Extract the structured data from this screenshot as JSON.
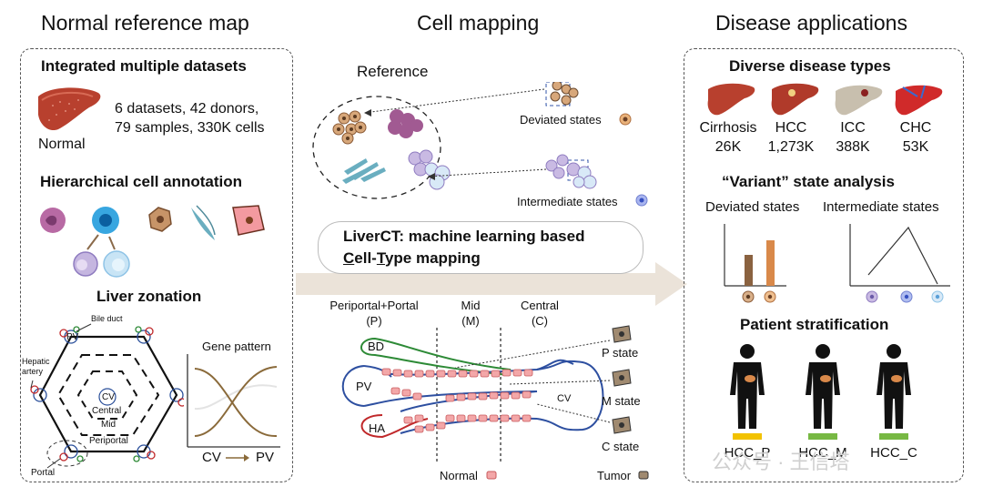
{
  "titles": {
    "left": "Normal reference map",
    "middle": "Cell mapping",
    "right": "Disease applications"
  },
  "left_panel": {
    "integrated_title": "Integrated multiple datasets",
    "stats_line1": "6 datasets, 42 donors,",
    "stats_line2": "79 samples, 330K cells",
    "normal_label": "Normal",
    "hier_title": "Hierarchical cell annotation",
    "zonation_title": "Liver zonation",
    "lobule_labels": {
      "bile_duct": "Bile duct",
      "hepatic": "Hepatic",
      "artery": "artery",
      "pv": "PV",
      "cv": "CV",
      "central": "Central",
      "mid": "Mid",
      "periportal": "Periportal",
      "portal": "Portal"
    },
    "gene_pattern_title": "Gene pattern",
    "gene_axis_cv": "CV",
    "gene_axis_pv": "PV"
  },
  "middle_panel": {
    "reference_label": "Reference",
    "deviated_label": "Deviated states",
    "intermediate_label": "Intermediate states",
    "liverct_line1": "LiverCT: machine learning based",
    "liverct_line2_c": "C",
    "liverct_line2_a": "ell-",
    "liverct_line2_t": "T",
    "liverct_line2_b": "ype mapping",
    "zone_p_name": "Periportal+Portal",
    "zone_p_abbr": "(P)",
    "zone_m_name": "Mid",
    "zone_m_abbr": "(M)",
    "zone_c_name": "Central",
    "zone_c_abbr": "(C)",
    "bd": "BD",
    "pv": "PV",
    "ha": "HA",
    "cv": "CV",
    "p_state": "P state",
    "m_state": "M state",
    "c_state": "C state",
    "normal": "Normal",
    "tumor": "Tumor"
  },
  "right_panel": {
    "diverse_title": "Diverse disease types",
    "diseases": [
      {
        "name": "Cirrhosis",
        "count": "26K"
      },
      {
        "name": "HCC",
        "count": "1,273K"
      },
      {
        "name": "ICC",
        "count": "388K"
      },
      {
        "name": "CHC",
        "count": "53K"
      }
    ],
    "variant_title": "“Variant” state analysis",
    "deviated_label": "Deviated states",
    "intermediate_label": "Intermediate states",
    "strat_title": "Patient stratification",
    "patients": [
      {
        "label": "HCC_P",
        "color": "#f2c200"
      },
      {
        "label": "HCC_M",
        "color": "#77b843"
      },
      {
        "label": "HCC_C",
        "color": "#77b843"
      }
    ]
  },
  "watermark": "公众号 · 王信塔",
  "colors": {
    "arrow": "#e6ddd2",
    "bar_dark": "#8a6240",
    "bar_light": "#d9894a",
    "vessel_blue": "#2d4fa0",
    "vessel_red": "#c0282a",
    "vessel_green": "#2d8a36"
  }
}
